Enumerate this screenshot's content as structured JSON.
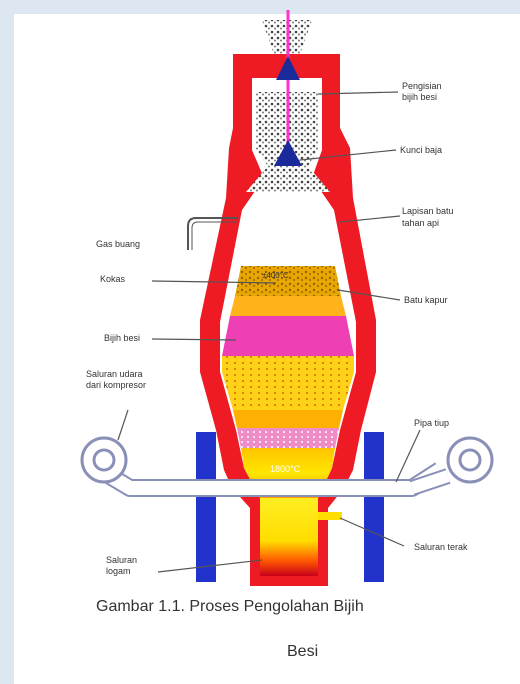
{
  "figure": {
    "labels": {
      "pengisian": [
        "Pengisian",
        "bijih besi"
      ],
      "kuncibaja": "Kunci baja",
      "lapisan": [
        "Lapisan batu",
        "tahan api"
      ],
      "gasbuang": "Gas buang",
      "kokas": "Kokas",
      "batukapur": "Batu kapur",
      "bijihbesi": "Bijih besi",
      "saluranudara": [
        "Saluran udara",
        "dari kompresor"
      ],
      "pipatiup": "Pipa tiup",
      "saluranterak": "Saluran terak",
      "saluranlogam": [
        "Saluran",
        "logam"
      ],
      "temp_top": "±400°C",
      "temp_bottom": "1800°C"
    },
    "colors": {
      "wall": "#ee1b24",
      "column": "#2233cc",
      "cone": "#1a2a9a",
      "feed": "#ff33cc",
      "ore": "#ee3fb4",
      "coke": "#e8b400",
      "molten": "#ffd400"
    }
  },
  "caption": {
    "line1": "Gambar 1.1. Proses Pengolahan Bijih",
    "line2": "Besi"
  }
}
